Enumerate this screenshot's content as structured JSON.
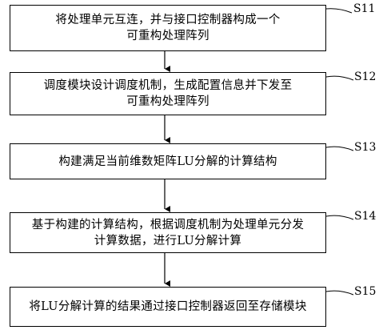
{
  "steps": [
    {
      "label": "S11",
      "lines": [
        "将处理单元互连，并与接口控制器构成一个",
        "可重构处理阵列"
      ]
    },
    {
      "label": "S12",
      "lines": [
        "调度模块设计调度机制，生成配置信息并下发至",
        "可重构处理阵列"
      ]
    },
    {
      "label": "S13",
      "lines": [
        "构建满足当前维数矩阵LU分解的计算结构"
      ]
    },
    {
      "label": "S14",
      "lines": [
        "基于构建的计算结构，根据调度机制为处理单元分发",
        "计算数据，进行LU分解计算"
      ]
    },
    {
      "label": "S15",
      "lines": [
        "将LU分解计算的结果通过接口控制器返回至存储模块"
      ]
    }
  ]
}
